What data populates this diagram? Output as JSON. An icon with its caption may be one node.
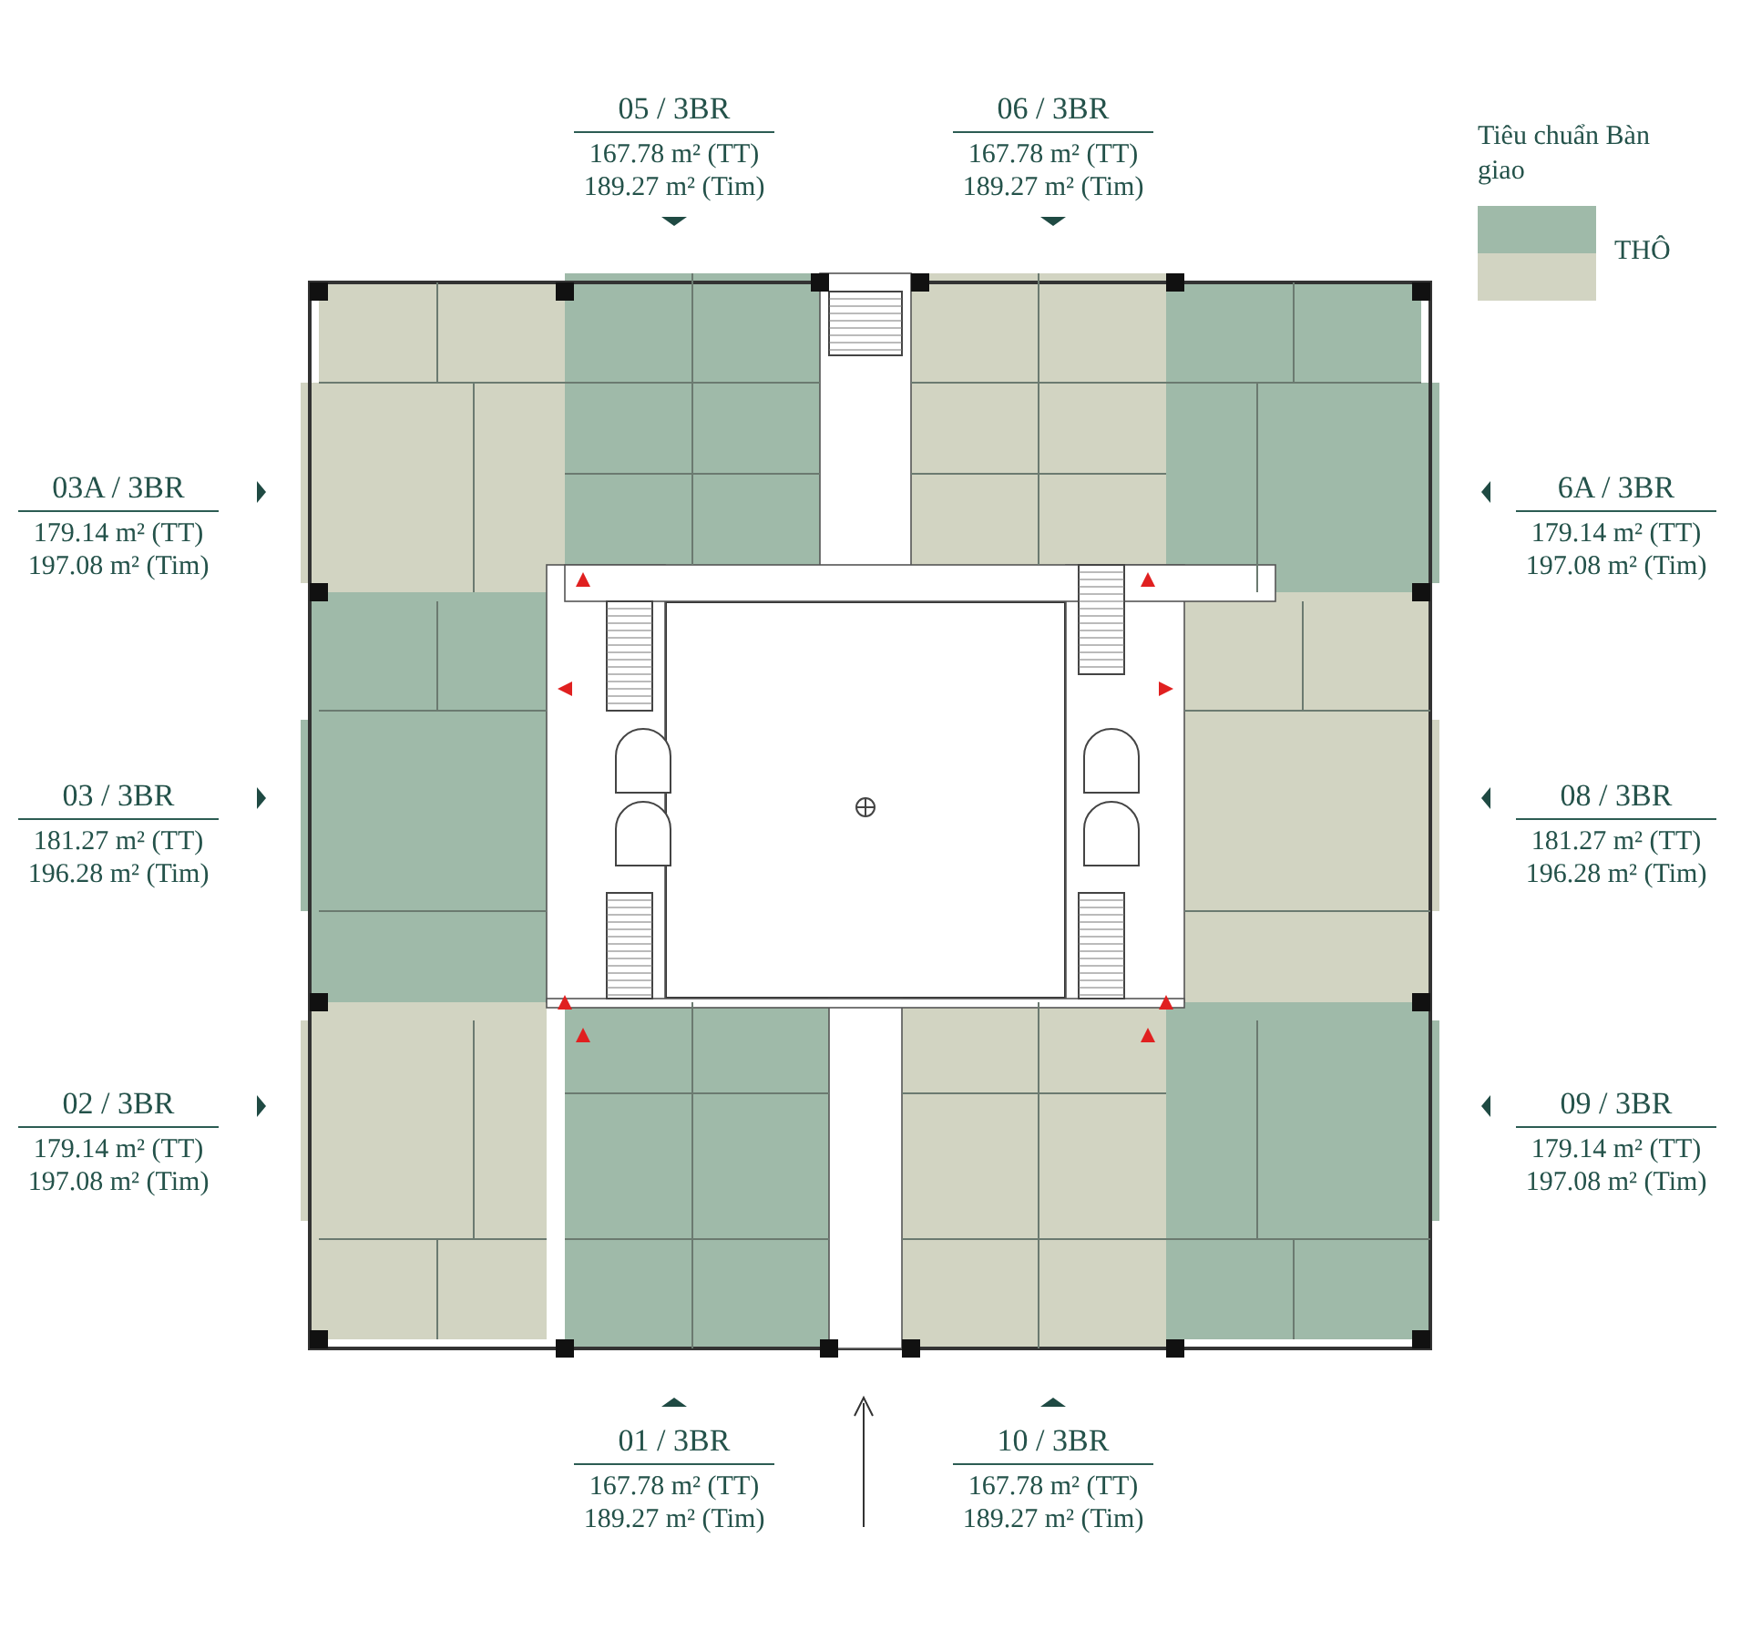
{
  "diagram": {
    "nodes": [
      {
        "text": [
          "05 / 3BR",
          "167.78 m² (TT)",
          "189.27 m² (Tim)"
        ]
      },
      {
        "text": [
          "06 / 3BR",
          "167.78 m² (TT)",
          "189.27 m² (Tim)"
        ]
      },
      {
        "text": [
          "03A / 3BR",
          "179.14 m² (TT)",
          "197.08 m² (Tim)"
        ]
      },
      {
        "text": [
          "6A / 3BR",
          "179.14 m² (TT)",
          "197.08 m² (Tim)"
        ]
      },
      {
        "text": [
          "03 / 3BR",
          "181.27 m² (TT)",
          "196.28 m² (Tim)"
        ]
      },
      {
        "text": [
          "08 / 3BR",
          "181.27 m² (TT)",
          "196.28 m² (Tim)"
        ]
      },
      {
        "text": [
          "02 / 3BR",
          "179.14 m² (TT)",
          "197.08 m² (Tim)"
        ]
      },
      {
        "text": [
          "09 / 3BR",
          "179.14 m² (TT)",
          "197.08 m² (Tim)"
        ]
      },
      {
        "text": [
          "01 / 3BR",
          "167.78 m² (TT)",
          "189.27 m² (Tim)"
        ]
      },
      {
        "text": [
          "10 / 3BR",
          "167.78 m² (TT)",
          "189.27 m² (Tim)"
        ]
      }
    ],
    "labels": [
      "Tiêu chuẩn Bàn giao"
    ],
    "legend": [
      {
        "text": "THÔ",
        "color": "#9fbaa9"
      }
    ]
  }
}
